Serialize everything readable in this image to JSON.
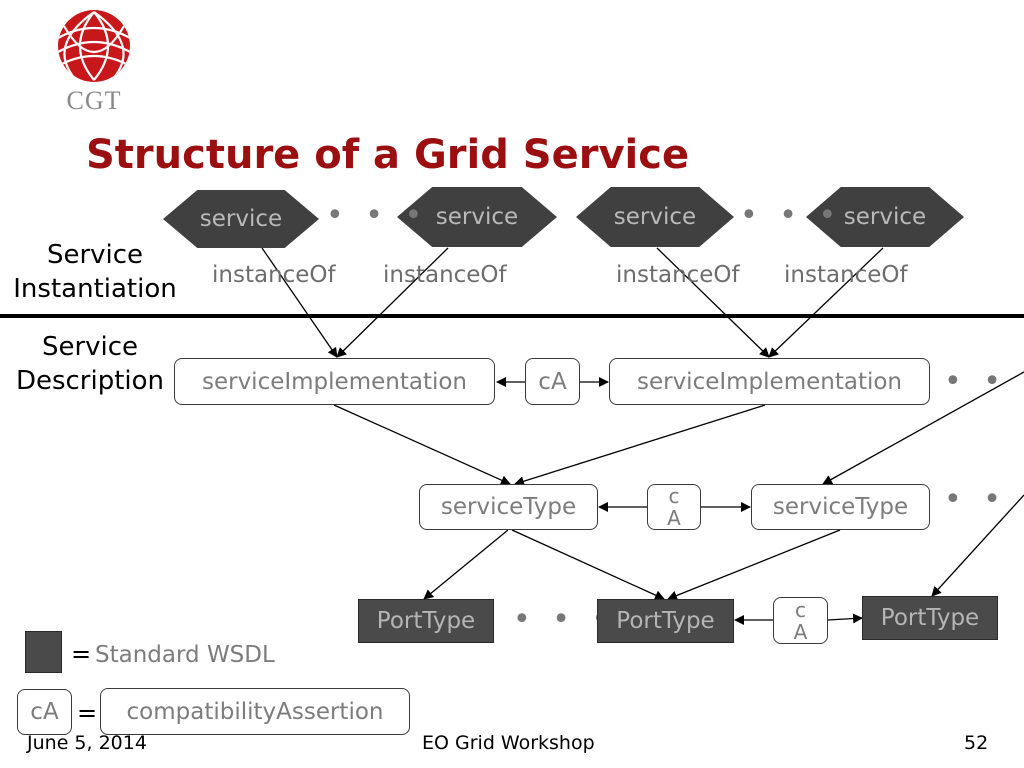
{
  "logo": {
    "text": "CGT"
  },
  "title": "Structure of a Grid Service",
  "sections": {
    "instantiation": [
      "Service",
      "Instantiation"
    ],
    "description": [
      "Service",
      "Description"
    ]
  },
  "services": [
    "service",
    "service",
    "service",
    "service"
  ],
  "instance_labels": [
    "instanceOf",
    "instanceOf",
    "instanceOf",
    "instanceOf"
  ],
  "service_implementations": [
    "serviceImplementation",
    "serviceImplementation"
  ],
  "ca_label": "cA",
  "ca_split": [
    "c",
    "A"
  ],
  "service_types": [
    "serviceType",
    "serviceType"
  ],
  "port_types": [
    "PortType",
    "PortType",
    "PortType"
  ],
  "dots": "• • •",
  "legend": {
    "wsdl_eq": "=",
    "wsdl_text": "Standard WSDL",
    "ca_box": "cA",
    "ca_eq": "=",
    "ca_text": "compatibilityAssertion"
  },
  "footer": {
    "date": "June 5, 2014",
    "center": "EO Grid Workshop",
    "page": "52"
  },
  "colors": {
    "title": "#9b0f10",
    "logo_red": "#c8171b",
    "dark_fill": "#404040",
    "box_text": "#7c7c7c"
  }
}
